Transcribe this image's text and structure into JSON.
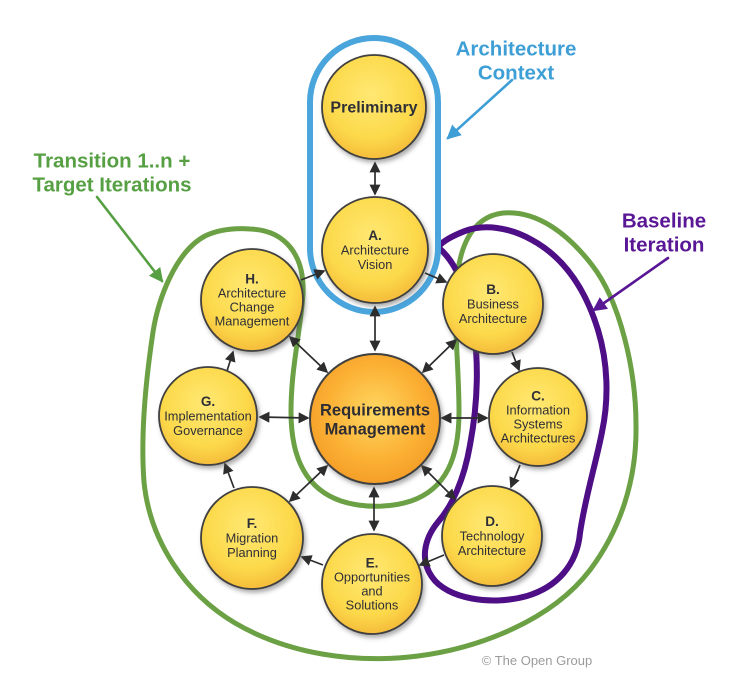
{
  "diagram": {
    "phases": {
      "preliminary": {
        "lines": [
          "Preliminary"
        ]
      },
      "a": {
        "lines": [
          "A.",
          "Architecture",
          "Vision"
        ]
      },
      "b": {
        "lines": [
          "B.",
          "Business",
          "Architecture"
        ]
      },
      "c": {
        "lines": [
          "C.",
          "Information",
          "Systems",
          "Architectures"
        ]
      },
      "d": {
        "lines": [
          "D.",
          "Technology",
          "Architecture"
        ]
      },
      "e": {
        "lines": [
          "E.",
          "Opportunities",
          "and",
          "Solutions"
        ]
      },
      "f": {
        "lines": [
          "F.",
          "Migration",
          "Planning"
        ]
      },
      "g": {
        "lines": [
          "G.",
          "Implementation",
          "Governance"
        ]
      },
      "h": {
        "lines": [
          "H.",
          "Architecture",
          "Change",
          "Management"
        ]
      }
    },
    "center": {
      "lines": [
        "Requirements",
        "Management"
      ]
    },
    "annotations": {
      "architecture_context": {
        "lines": [
          "Architecture",
          "Context"
        ],
        "color": "#3d9fd6"
      },
      "transition_iterations": {
        "lines": [
          "Transition 1..n +",
          "Target Iterations"
        ],
        "color": "#56a043"
      },
      "baseline_iteration": {
        "lines": [
          "Baseline",
          "Iteration"
        ],
        "color": "#5a1795"
      }
    },
    "copyright": "© The Open Group",
    "colors": {
      "circle_inner": "#ffe873",
      "circle_mid": "#fcd94a",
      "circle_outer": "#efa42f",
      "center_inner": "#ffd863",
      "center_mid": "#fbb033",
      "center_outer": "#ee8c1e",
      "outline_blue": "#49a5dc",
      "outline_green": "#6ba144",
      "outline_purple": "#4e0f86",
      "arrow": "#2d2d2d",
      "circle_stroke": "#3f3f3f",
      "text": "#2f2f36",
      "copyright_gray": "#9b9b9b"
    }
  }
}
